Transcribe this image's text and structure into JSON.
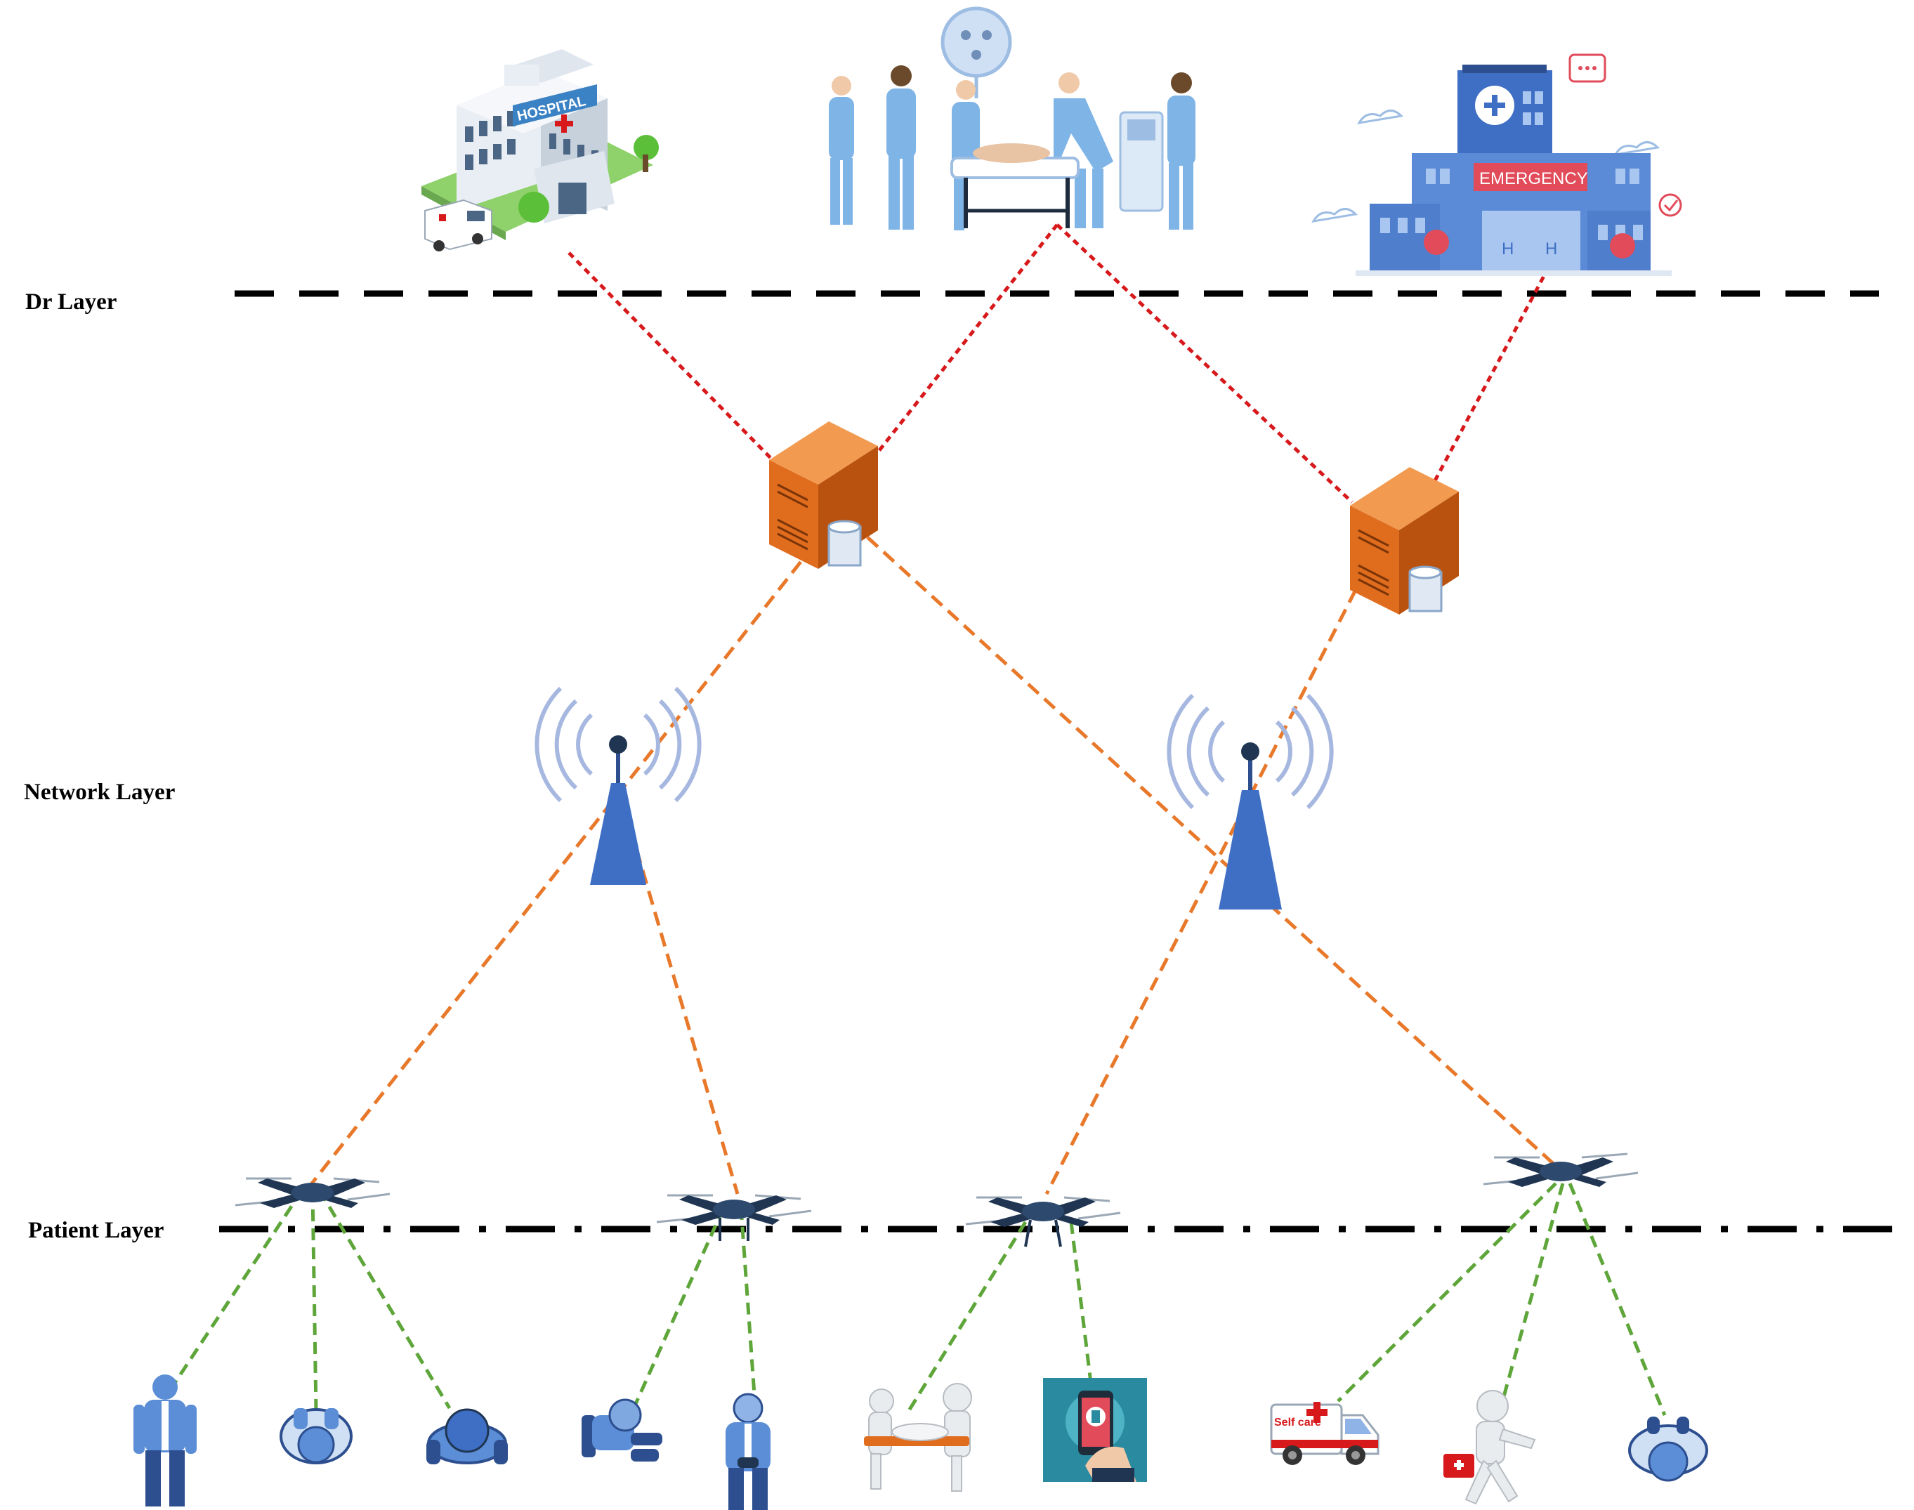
{
  "layers": {
    "dr": "Dr Layer",
    "network": "Network Layer",
    "patient": "Patient Layer"
  },
  "dr_layer": {
    "hospital_sign": "HOSPITAL",
    "emergency_sign": "EMERGENCY",
    "emergency_door_letters": [
      "H",
      "H"
    ]
  },
  "patient_layer": {
    "ambulance_text": "Self care"
  },
  "colors": {
    "dr_links": "#d7191c",
    "network_links": "#e8782a",
    "patient_links": "#5ea53a",
    "tower": "#3f6fc4",
    "server": "#e06c1e",
    "drone": "#1f3552",
    "person": "#5b8ed6"
  },
  "icons": {
    "dr_layer": [
      "hospital-building-icon",
      "surgical-team-icon",
      "emergency-building-icon"
    ],
    "network_layer": [
      "server-icon",
      "server-icon",
      "wireless-tower-icon",
      "wireless-tower-icon"
    ],
    "patient_layer": [
      "drone-icon",
      "drone-icon",
      "drone-icon",
      "drone-icon",
      "patient-standing-icon",
      "patient-top-view-icon",
      "patient-top-view-icon",
      "patient-sitting-icon",
      "patient-bending-icon",
      "stretcher-icon",
      "phone-app-icon",
      "ambulance-icon",
      "paramedic-icon",
      "patient-top-view-icon"
    ]
  }
}
